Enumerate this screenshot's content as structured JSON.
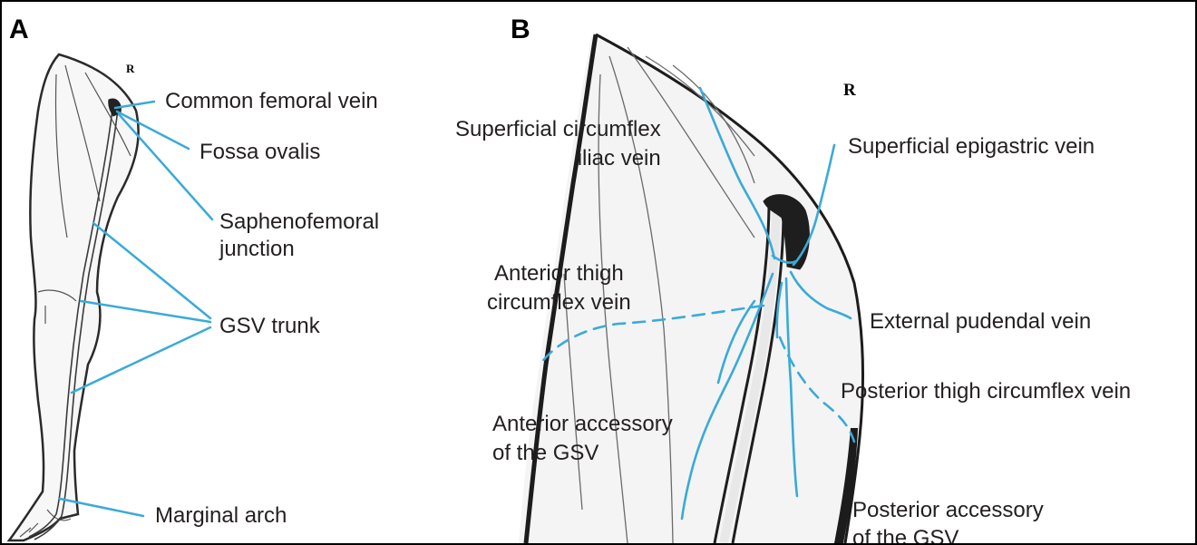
{
  "panels": {
    "a": {
      "letter": "A",
      "orientation": "R"
    },
    "b": {
      "letter": "B",
      "orientation": "R"
    }
  },
  "colors": {
    "leader_line": "#3aaad8",
    "outline": "#2a2a2a",
    "text": "#231f20"
  },
  "panel_a_labels": {
    "common_femoral_vein": "Common femoral vein",
    "fossa_ovalis": "Fossa ovalis",
    "saphenofemoral_junction": "Saphenofemoral\njunction",
    "gsv_trunk": "GSV trunk",
    "marginal_arch": "Marginal arch"
  },
  "panel_b_labels": {
    "superficial_circumflex_iliac_vein": "Superficial circumflex\niliac vein",
    "superficial_epigastric_vein": "Superficial epigastric vein",
    "anterior_thigh_circumflex_vein": "Anterior thigh\ncircumflex vein",
    "external_pudendal_vein": "External pudendal vein",
    "posterior_thigh_circumflex_vein": "Posterior thigh circumflex vein",
    "anterior_accessory_gsv": "Anterior accessory\nof the GSV",
    "posterior_accessory_gsv": "Posterior accessory\nof the GSV"
  }
}
